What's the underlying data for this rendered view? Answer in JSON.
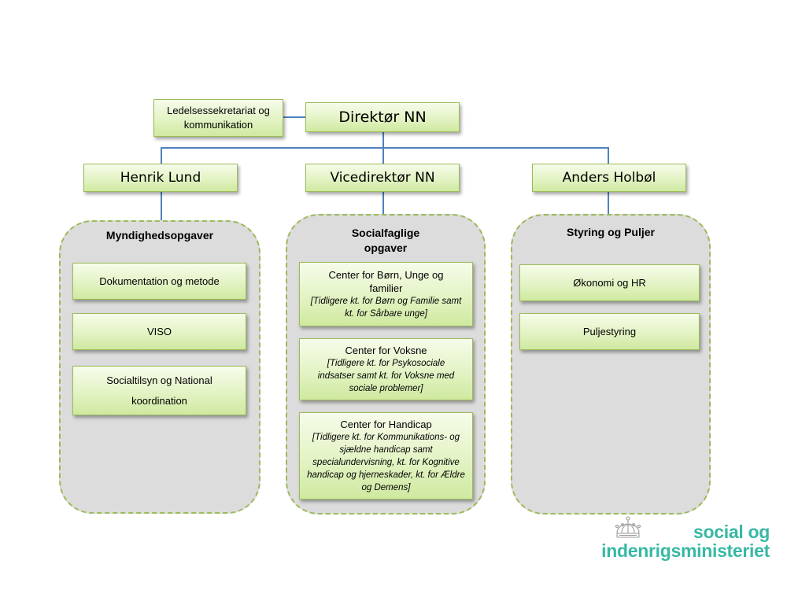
{
  "top": {
    "director": "Direktør NN",
    "secretariat": "Ledelsessekretariat og kommunikation"
  },
  "managers": {
    "left": "Henrik Lund",
    "middle": "Vicedirektør NN",
    "right": "Anders Holbøl"
  },
  "groups": {
    "left": {
      "title": "Myndighedsopgaver",
      "units": [
        "Dokumentation og metode",
        "VISO",
        "Socialtilsyn og National koordination"
      ]
    },
    "middle": {
      "title": "Socialfaglige opgaver",
      "units": [
        {
          "title": "Center for Børn, Unge og familier",
          "note": "[Tidligere kt. for Børn og Familie samt kt. for Sårbare unge]"
        },
        {
          "title": "Center for Voksne",
          "note": "[Tidligere kt. for Psykosociale indsatser samt kt. for Voksne med sociale problemer]"
        },
        {
          "title": "Center for Handicap",
          "note": "[Tidligere kt. for Kommunikations- og sjældne handicap samt specialundervisning, kt. for Kognitive handicap og hjerneskader, kt. for Ældre og Demens]"
        }
      ]
    },
    "right": {
      "title": "Styring og Puljer",
      "units": [
        "Økonomi og HR",
        "Puljestyring"
      ]
    }
  },
  "logo": {
    "line1": "social og",
    "line2": "indenrigsministeriet",
    "emblem": "crown-icon"
  },
  "colors": {
    "box_border": "#9bbb59",
    "connector": "#4f81bd",
    "group_fill": "#dcdcdc",
    "logo": "#38b8a4"
  }
}
